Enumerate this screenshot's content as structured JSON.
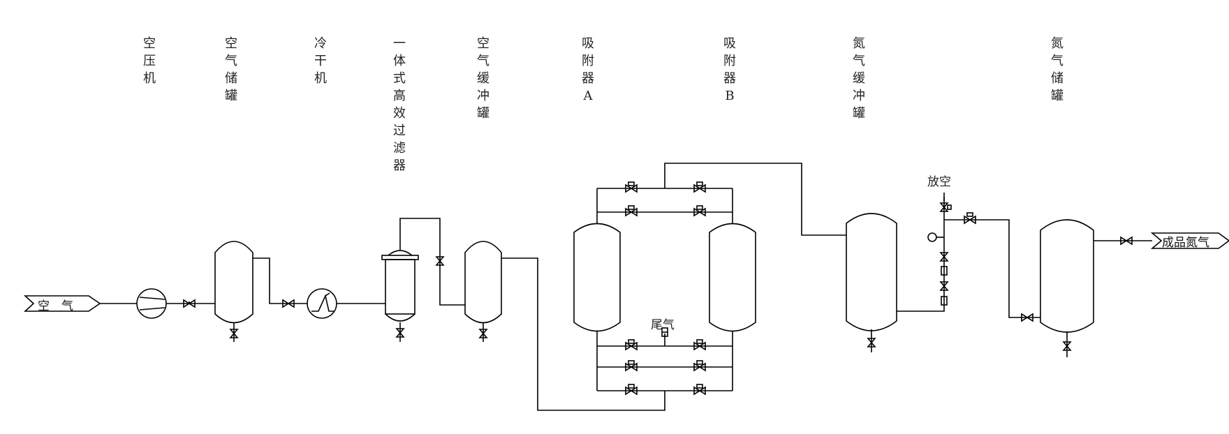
{
  "equipment_labels": [
    {
      "id": "compressor",
      "text": "空压机"
    },
    {
      "id": "air-tank",
      "text": "空气储罐"
    },
    {
      "id": "dryer",
      "text": "冷干机"
    },
    {
      "id": "filter",
      "text": "一体式高效过滤器"
    },
    {
      "id": "air-buffer",
      "text": "空气缓冲罐"
    },
    {
      "id": "adsorber-a",
      "text": "吸附器A"
    },
    {
      "id": "adsorber-b",
      "text": "吸附器B"
    },
    {
      "id": "n2-buffer",
      "text": "氮气缓冲罐"
    },
    {
      "id": "n2-tank",
      "text": "氮气储罐"
    }
  ],
  "inlet_label": "空　气",
  "outlet_label": "成品氮气",
  "vent_label": "放空",
  "tail_gas_label": "尾气"
}
